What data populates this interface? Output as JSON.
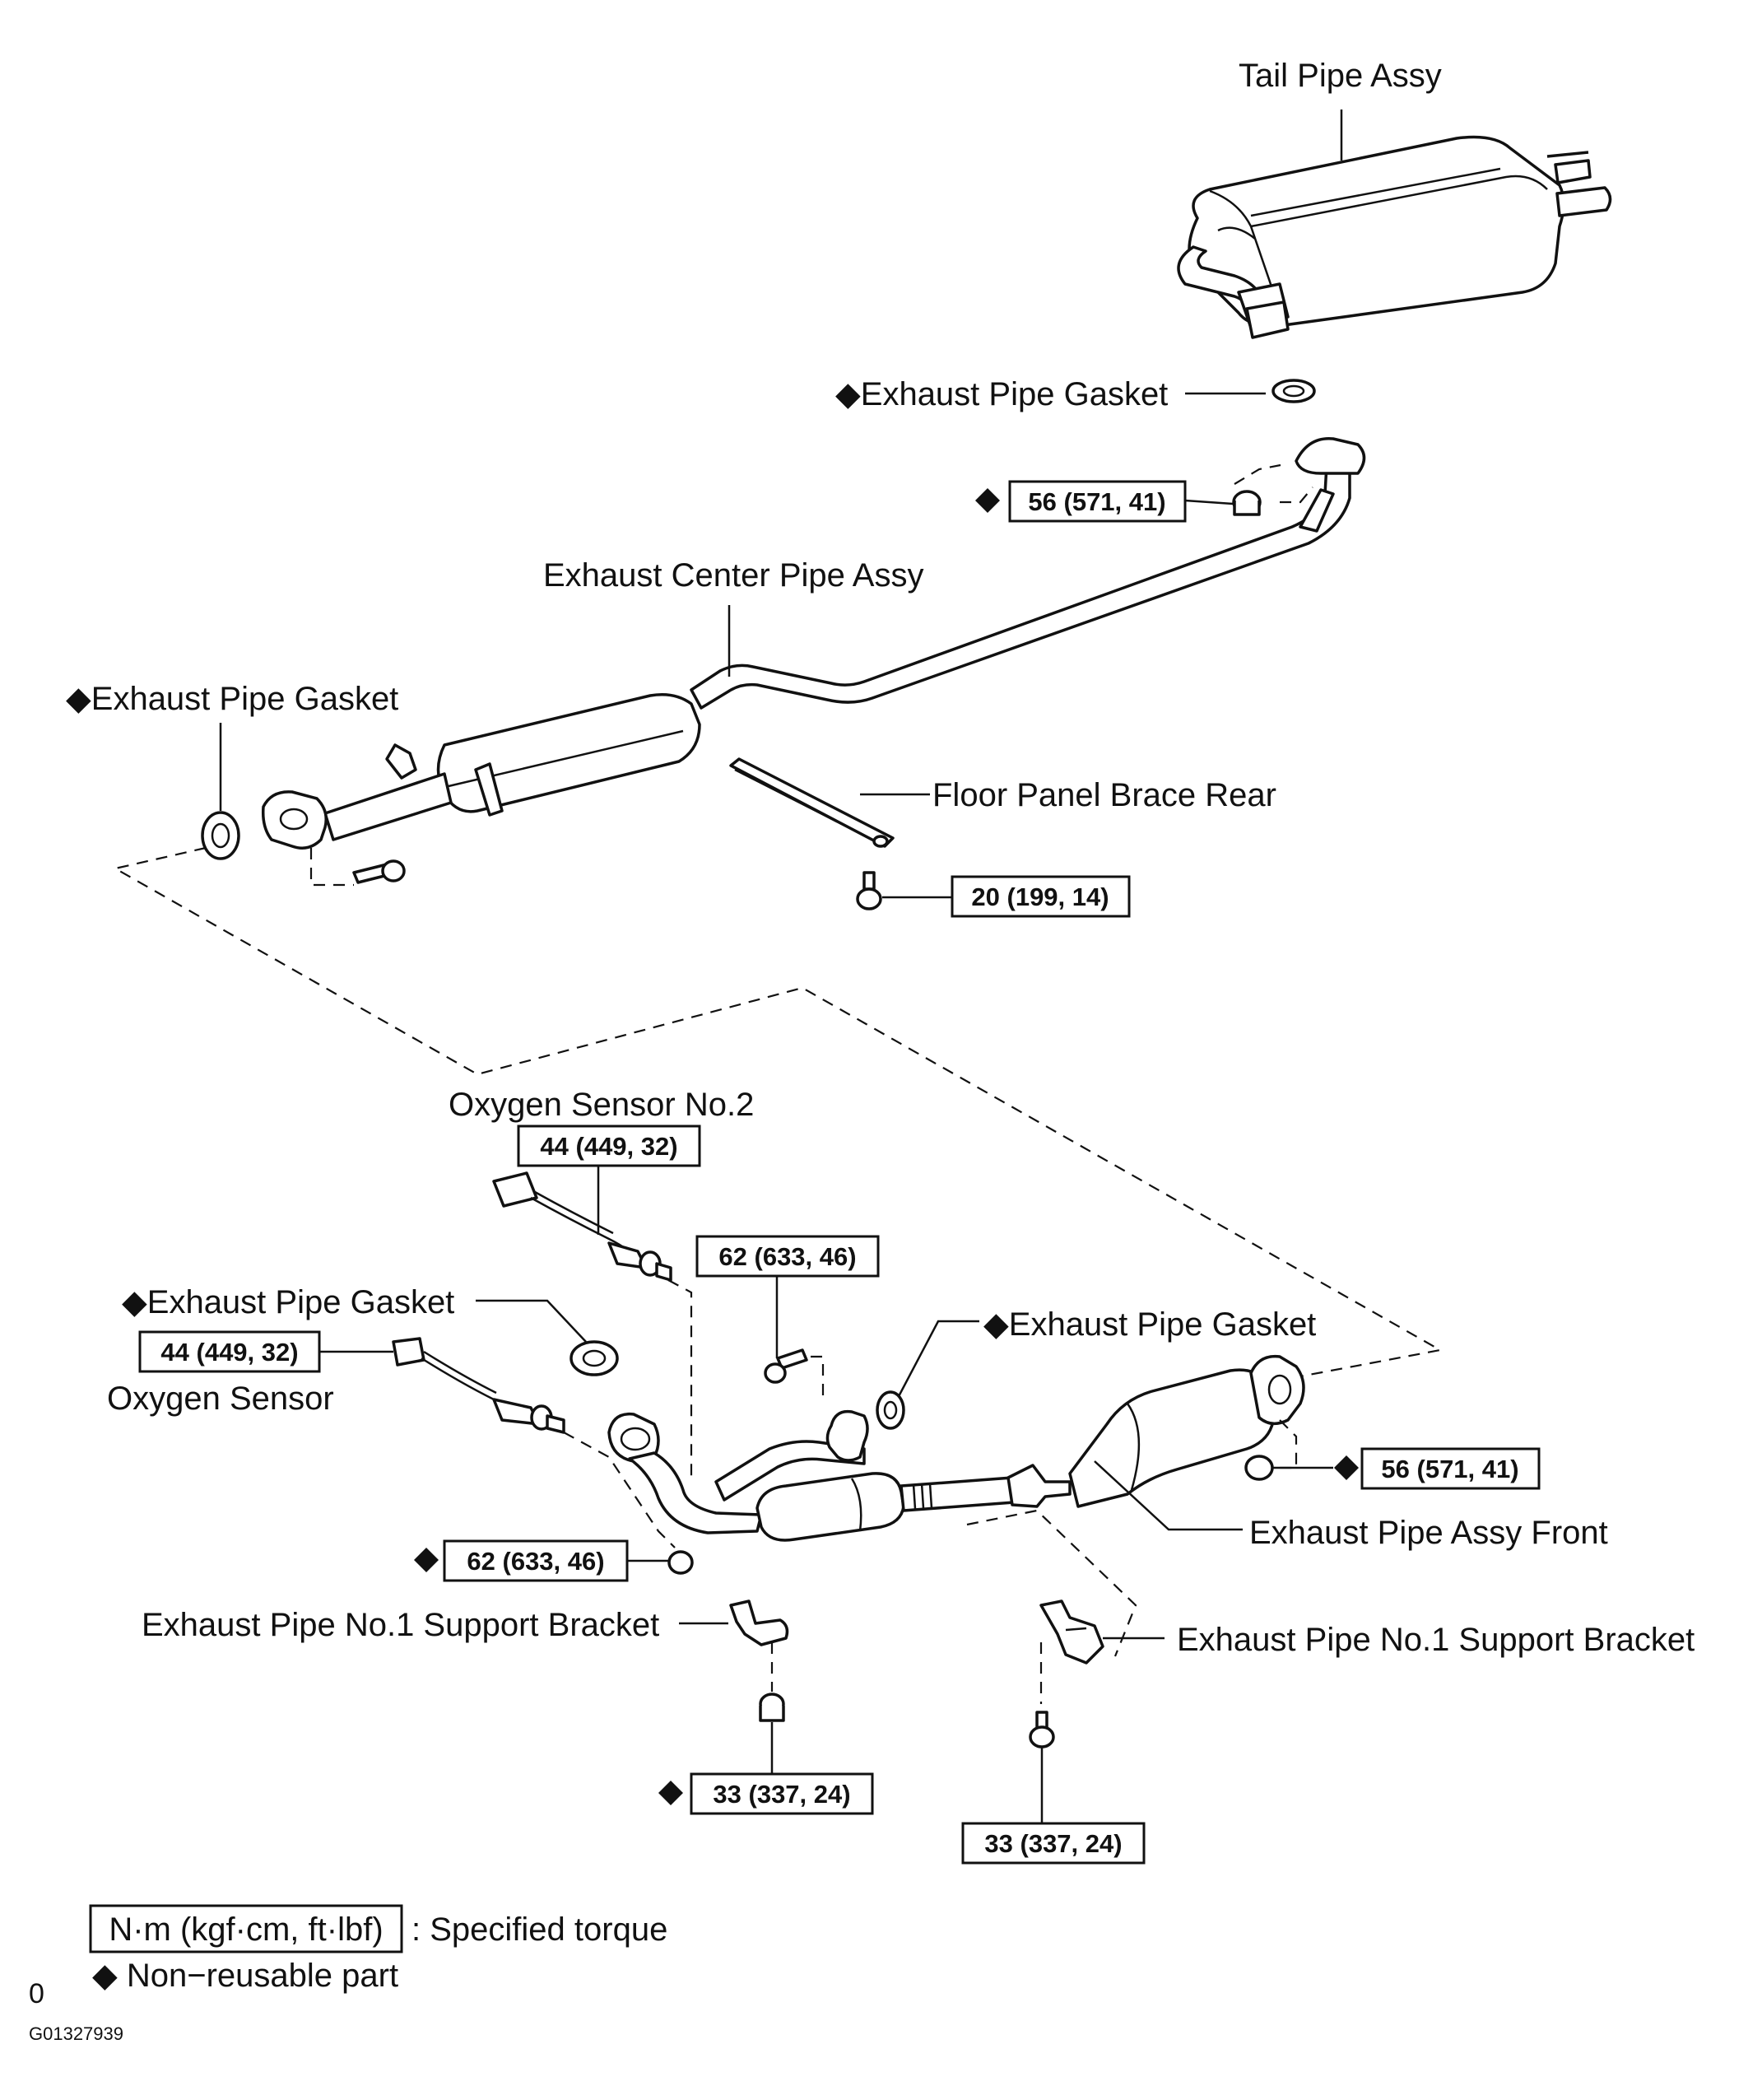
{
  "labels": {
    "tail_pipe": "Tail Pipe Assy",
    "gasket_upper": "◆Exhaust Pipe Gasket",
    "center_pipe": "Exhaust Center Pipe Assy",
    "gasket_left": "◆Exhaust Pipe Gasket",
    "floor_brace": "Floor Panel Brace Rear",
    "o2_sensor_2": "Oxygen Sensor No.2",
    "gasket_lower_left": "◆Exhaust Pipe Gasket",
    "o2_sensor": "Oxygen Sensor",
    "gasket_lower_right": "◆Exhaust Pipe Gasket",
    "front_pipe": "Exhaust Pipe Assy Front",
    "bracket_left": "Exhaust Pipe No.1 Support Bracket",
    "bracket_right": "Exhaust Pipe No.1 Support Bracket"
  },
  "torques": {
    "t_56_top": "56 (571, 41)",
    "t_20": "20 (199, 14)",
    "t_44_upper": "44 (449, 32)",
    "t_62_upper": "62 (633, 46)",
    "t_44_lower": "44 (449, 32)",
    "t_56_lower": "56 (571, 41)",
    "t_62_lower": "62 (633, 46)",
    "t_33_left": "33 (337, 24)",
    "t_33_right": "33 (337, 24)"
  },
  "legend": {
    "unit_box": "N·m (kgf·cm, ft·lbf)",
    "unit_text": ": Specified torque",
    "non_reusable": "◆ Non−reusable part"
  },
  "footer": {
    "zero": "0",
    "figure_id": "G01327939"
  }
}
